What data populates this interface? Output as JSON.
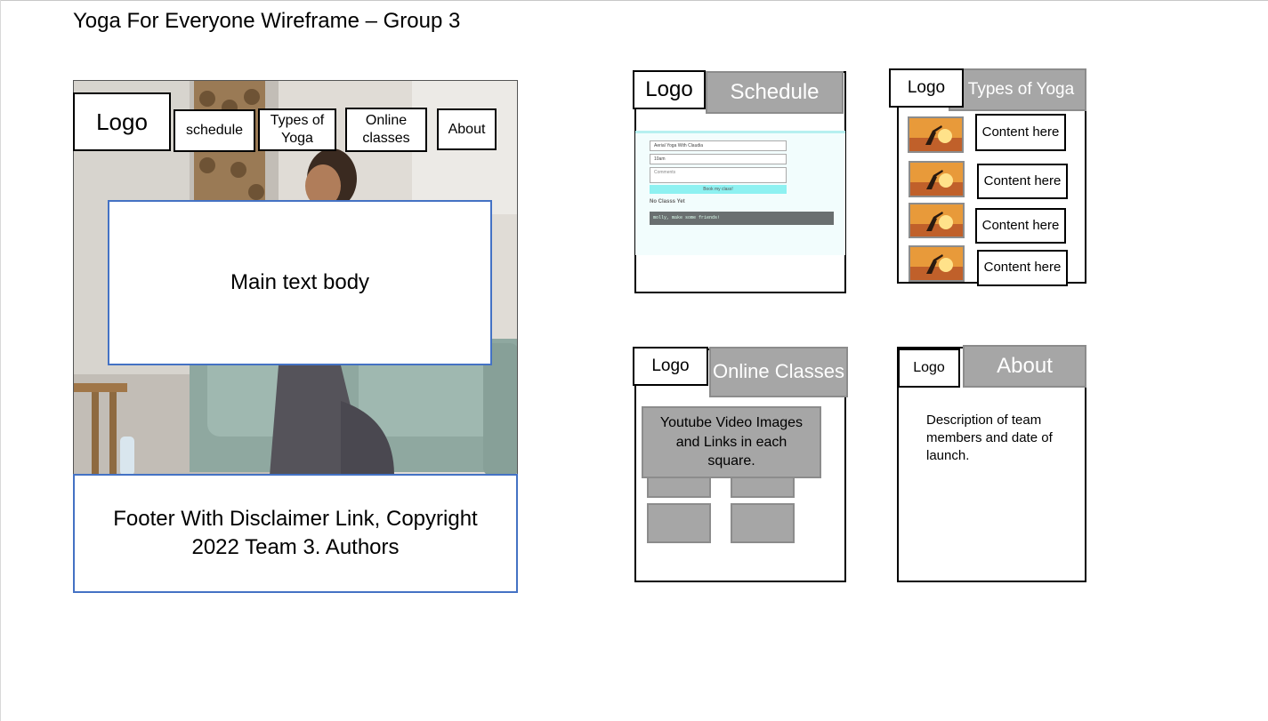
{
  "title": "Yoga For Everyone Wireframe – Group 3",
  "home": {
    "logo": "Logo",
    "nav": {
      "schedule": "schedule",
      "types": "Types of Yoga",
      "online": "Online classes",
      "about": "About"
    },
    "main_text": "Main text body",
    "footer": "Footer With Disclaimer Link, Copyright 2022 Team 3. Authors"
  },
  "schedule_page": {
    "logo": "Logo",
    "title": "Schedule",
    "form": {
      "class_select": "Aerial Yoga With Claudia",
      "time_select": "10am",
      "comments_placeholder": "Comments",
      "book_button": "Book my class!",
      "no_class": "No Classs Yet",
      "message": "molly, make some friends!"
    }
  },
  "types_page": {
    "logo": "Logo",
    "title": "Types of Yoga",
    "items": [
      {
        "label": "Content here"
      },
      {
        "label": "Content here"
      },
      {
        "label": "Content here"
      },
      {
        "label": "Content here"
      }
    ]
  },
  "online_page": {
    "logo": "Logo",
    "title": "Online Classes",
    "description": "Youtube Video Images and Links in each square."
  },
  "about_page": {
    "logo": "Logo",
    "title": "About",
    "description": "Description of team members and date of launch."
  },
  "colors": {
    "gray_header": "#a6a6a6",
    "blue_border": "#4472c4",
    "form_bg": "#f2fdfd",
    "cyan_button": "#8ef1f1"
  }
}
